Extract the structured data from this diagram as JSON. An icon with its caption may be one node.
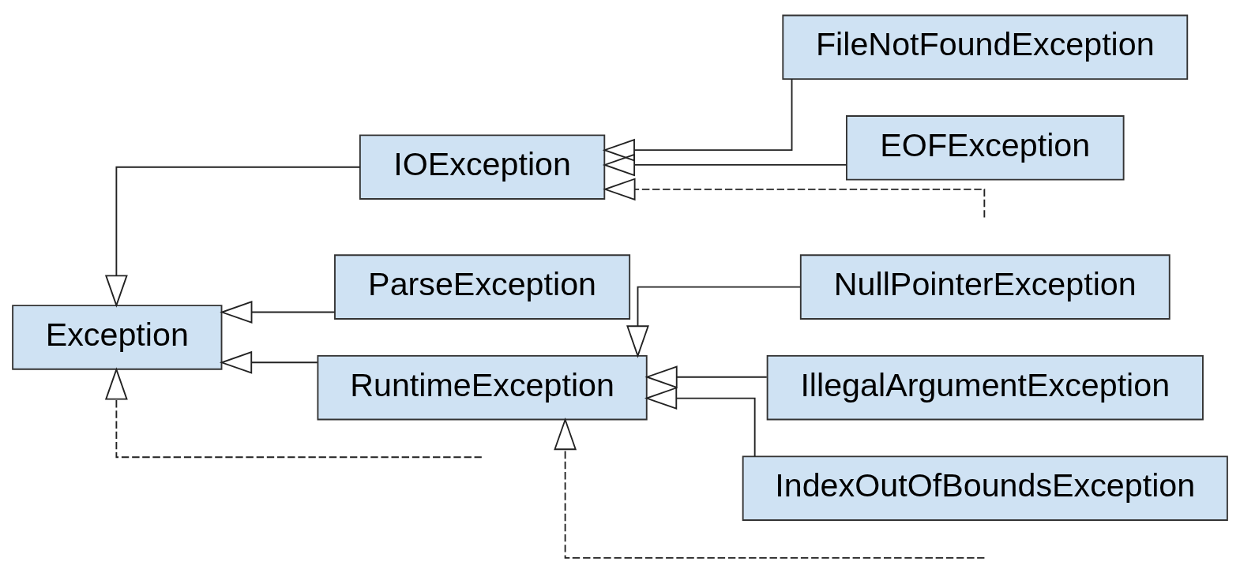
{
  "diagram": {
    "nodes": [
      {
        "text": [
          "Exception"
        ]
      },
      {
        "text": [
          "IOException"
        ]
      },
      {
        "text": [
          "FileNotFoundException"
        ]
      },
      {
        "text": [
          "EOFException"
        ]
      },
      {
        "text": [
          "ParseException"
        ]
      },
      {
        "text": [
          "RuntimeException"
        ]
      },
      {
        "text": [
          "NullPointerException"
        ]
      },
      {
        "text": [
          "IllegalArgumentException"
        ]
      },
      {
        "text": [
          "IndexOutOfBoundsException"
        ]
      }
    ],
    "edges": [
      {
        "from": 1,
        "to": 0,
        "arrow": "to"
      },
      {
        "from": 2,
        "to": 1,
        "arrow": "to"
      },
      {
        "from": 3,
        "to": 1,
        "arrow": "to"
      },
      {
        "from": null,
        "to": 1,
        "arrow": "to",
        "style": "dashed"
      },
      {
        "from": 4,
        "to": 0,
        "arrow": "to"
      },
      {
        "from": null,
        "to": 0,
        "arrow": "to",
        "style": "dashed"
      },
      {
        "from": 5,
        "to": 0,
        "arrow": "to"
      },
      {
        "from": 6,
        "to": 5,
        "arrow": "to"
      },
      {
        "from": 7,
        "to": 5,
        "arrow": "to"
      },
      {
        "from": 8,
        "to": 5,
        "arrow": "to"
      },
      {
        "from": null,
        "to": 5,
        "arrow": "to",
        "style": "dashed"
      }
    ]
  }
}
